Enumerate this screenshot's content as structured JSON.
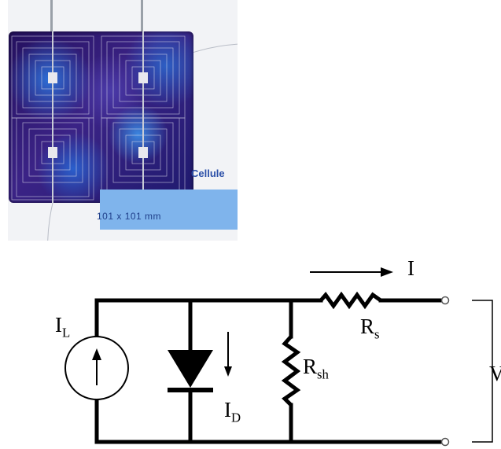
{
  "photo": {
    "caption": "Cellule",
    "dimensions": "101 x 101 mm"
  },
  "circuit": {
    "current_label": "I",
    "photocurrent_label": "I",
    "photocurrent_sub": "L",
    "series_resistor_label": "R",
    "series_resistor_sub": "s",
    "shunt_resistor_label": "R",
    "shunt_resistor_sub": "sh",
    "diode_current_label": "I",
    "diode_current_sub": "D",
    "voltage_label": "V"
  }
}
